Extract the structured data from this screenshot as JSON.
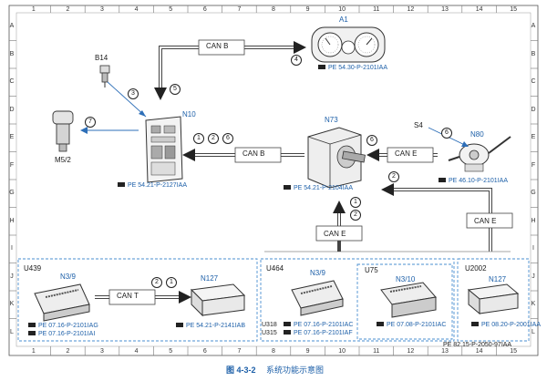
{
  "grid": {
    "columns": [
      "1",
      "2",
      "3",
      "4",
      "5",
      "6",
      "7",
      "8",
      "9",
      "10",
      "11",
      "12",
      "13",
      "14",
      "15"
    ],
    "rows": [
      "A",
      "B",
      "C",
      "D",
      "E",
      "F",
      "G",
      "H",
      "I",
      "J",
      "K",
      "L"
    ]
  },
  "colors": {
    "module_label": "#1c5fa8",
    "arrow_gray": "#6b6b6b",
    "dashed_box": "#4a8fd0"
  },
  "components": {
    "a1": {
      "id": "A1",
      "ref": "PE 54.30-P-2101IAA"
    },
    "b14": {
      "id": "B14"
    },
    "m5_2": {
      "id": "M5/2"
    },
    "n10": {
      "id": "N10",
      "ref": "PE 54.21-P-2127IAA"
    },
    "n73": {
      "id": "N73",
      "ref": "PE 54.21-P-2104IAA"
    },
    "s4": {
      "id": "S4"
    },
    "n80": {
      "id": "N80",
      "ref": "PE 46.10-P-2101IAA"
    }
  },
  "buses": {
    "top": "CAN B",
    "mid": "CAN B",
    "right": "CAN E",
    "right_lower": "CAN E",
    "center": "CAN E",
    "bottom": "CAN T"
  },
  "circled": {
    "c4": "4",
    "c5": "5",
    "c3": "3",
    "c7": "7",
    "c1a": "1",
    "c2a": "2",
    "c6a": "6",
    "c6b": "6",
    "c6c": "6",
    "c2b": "2",
    "c1b": "1",
    "c2c": "2",
    "c2d": "2",
    "c1c": "1"
  },
  "groups": {
    "u439": {
      "variant": "U439",
      "module": "N3/9",
      "refs": [
        "PE 07.16-P-2101IAG",
        "PE 07.16-P-2101IAI"
      ]
    },
    "n127a": {
      "module": "N127",
      "ref": "PE 54.21-P-2141IAB"
    },
    "u464": {
      "variant": "U464",
      "module": "N3/9",
      "refs": [
        "PE 07.16-P-2101IAC",
        "PE 07.16-P-2101IAF"
      ],
      "sub": [
        "U318",
        "U315"
      ]
    },
    "u75": {
      "variant": "U75",
      "module": "N3/10",
      "ref": "PE 07.08-P-2101IAC"
    },
    "u2002": {
      "variant": "U2002",
      "module": "N127",
      "ref": "PE 08.20-P-2001IAA"
    }
  },
  "footer": {
    "doc_ref": "PE 82.15-P-2050-97IAA",
    "caption_num": "图 4-3-2",
    "caption_text": "系统功能示意图"
  }
}
